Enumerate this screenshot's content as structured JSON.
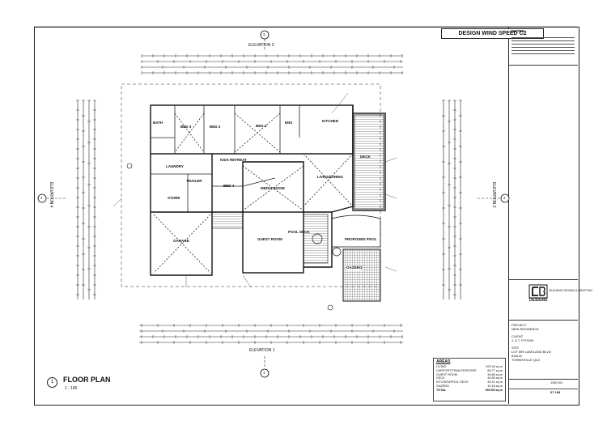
{
  "banner": "DESIGN WIND SPEED C2",
  "elevations": {
    "top": "ELEVATION 3",
    "bottom": "ELEVATION 1",
    "left": "ELEVATION 4",
    "right": "ELEVATION 2",
    "marker_top": "3",
    "marker_bottom": "1",
    "marker_left": "4",
    "marker_right": "2"
  },
  "plan": {
    "number": "1",
    "title": "FLOOR PLAN",
    "scale": "1 : 100"
  },
  "rooms": [
    {
      "name": "BED 3",
      "label": "bed-3"
    },
    {
      "name": "BED 2",
      "label": "bed-2"
    },
    {
      "name": "BED 1",
      "label": "bed-1"
    },
    {
      "name": "ENS",
      "label": "ensuite"
    },
    {
      "name": "KITCHEN",
      "label": "kitchen"
    },
    {
      "name": "KIDS RETREAT",
      "label": "kids-retreat"
    },
    {
      "name": "BED 4",
      "label": "bed-4"
    },
    {
      "name": "MEDIA ROOM",
      "label": "media-room"
    },
    {
      "name": "LIVING/DINING",
      "label": "living-dining"
    },
    {
      "name": "LAUNDRY",
      "label": "laundry"
    },
    {
      "name": "TRAILER",
      "label": "trailer"
    },
    {
      "name": "GARAGE",
      "label": "garage"
    },
    {
      "name": "GUEST ROOM",
      "label": "guest-room"
    },
    {
      "name": "POOL DECK",
      "label": "pool-deck"
    },
    {
      "name": "PROPOSED POOL",
      "label": "proposed-pool"
    },
    {
      "name": "GAZEBO",
      "label": "gazebo"
    },
    {
      "name": "DECK",
      "label": "deck"
    },
    {
      "name": "BATH",
      "label": "bath"
    },
    {
      "name": "STORE",
      "label": "store"
    }
  ],
  "title_block": {
    "notes_heading": "NOTES",
    "logo_text": "DESIGNS",
    "firm": "BUILDING DESIGN & DRAFTING",
    "project_label": "PROJECT",
    "project": "NEW RESIDENCE",
    "client_label": "CLIENT",
    "client": "J. & T. PITSON",
    "site_label": "SITE",
    "site_line1": "LOT 699 LAKELAND BLVD",
    "site_line2": "IDALIA",
    "site_line3": "TOWNSVILLE QLD",
    "job_no_label": "JOB NO.",
    "job_no": "07 108"
  },
  "areas": {
    "heading": "AREAS",
    "rows": [
      {
        "name": "LIVING",
        "value": "200.46 sq.m"
      },
      {
        "name": "CARPORT/TRAILER/STORE",
        "value": "66.77 sq.m"
      },
      {
        "name": "GUEST ROOM",
        "value": "34.86 sq.m"
      },
      {
        "name": "DECK",
        "value": "44.85 sq.m"
      },
      {
        "name": "KITCHEN/POOL DECK",
        "value": "33.41 sq.m"
      },
      {
        "name": "GAZEBO",
        "value": "10.18 sq.m"
      },
      {
        "name": "TOTAL",
        "value": "390.53 sq.m"
      }
    ]
  }
}
